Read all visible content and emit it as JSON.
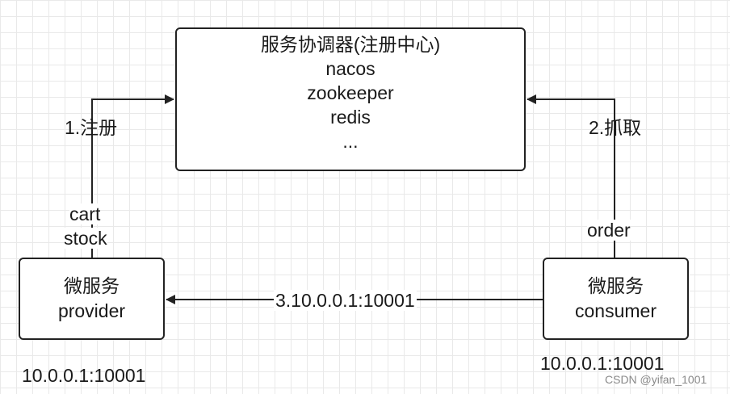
{
  "registry": {
    "lines": [
      "服务协调器(注册中心)",
      "nacos",
      "zookeeper",
      "redis",
      "..."
    ]
  },
  "provider": {
    "title": "微服务",
    "name": "provider",
    "address": "10.0.0.1:10001",
    "services": [
      "cart",
      "stock"
    ]
  },
  "consumer": {
    "title": "微服务",
    "name": "consumer",
    "address": "10.0.0.1:10001",
    "services": [
      "order"
    ]
  },
  "edges": {
    "register": "1.注册",
    "fetch": "2.抓取",
    "call": "3.10.0.0.1:10001"
  },
  "watermark": "CSDN @yifan_1001"
}
